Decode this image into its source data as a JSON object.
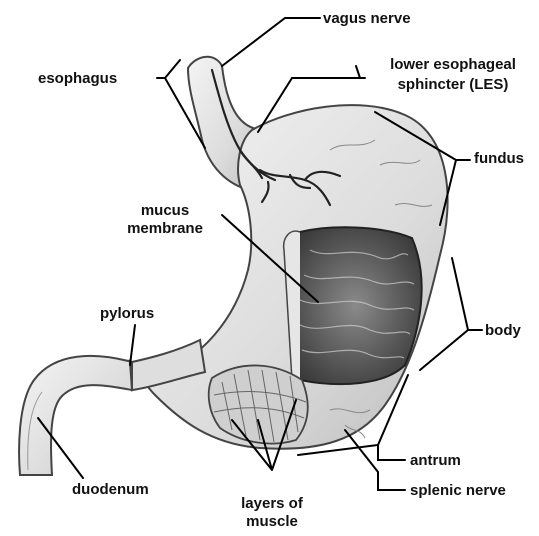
{
  "labels": {
    "vagus_nerve": "vagus nerve",
    "esophagus": "esophagus",
    "les_line1": "lower esophageal",
    "les_line2": "sphincter (LES)",
    "fundus": "fundus",
    "mucus_line1": "mucus",
    "mucus_line2": "membrane",
    "pylorus": "pylorus",
    "body": "body",
    "antrum": "antrum",
    "duodenum": "duodenum",
    "splenic_nerve": "splenic nerve",
    "layers_line1": "layers of",
    "layers_line2": "muscle"
  }
}
